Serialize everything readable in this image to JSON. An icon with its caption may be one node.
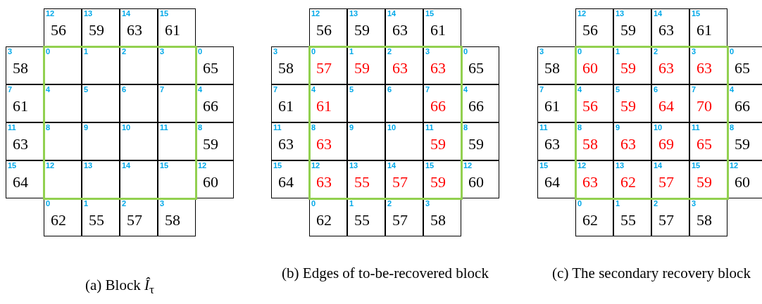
{
  "diagram": {
    "nodes": [
      {
        "text": [
          "12",
          "56"
        ]
      },
      {
        "text": [
          "13",
          "59"
        ]
      },
      {
        "text": [
          "14",
          "63"
        ]
      },
      {
        "text": [
          "15",
          "61"
        ]
      },
      {
        "text": [
          "3",
          "58"
        ]
      },
      {
        "text": [],
        "shape": "box"
      },
      {
        "text": [
          "0"
        ],
        "in": 5
      },
      {
        "text": [
          "1"
        ],
        "in": 5
      },
      {
        "text": [
          "2"
        ],
        "in": 5
      },
      {
        "text": [
          "3"
        ],
        "in": 5
      },
      {
        "text": [
          "0",
          "65"
        ]
      },
      {
        "text": [
          "7",
          "61"
        ]
      },
      {
        "text": [
          "4"
        ],
        "in": 5
      },
      {
        "text": [
          "5"
        ],
        "in": 5
      },
      {
        "text": [
          "6"
        ],
        "in": 5
      },
      {
        "text": [
          "7"
        ],
        "in": 5
      },
      {
        "text": [
          "4",
          "66"
        ]
      },
      {
        "text": [
          "11",
          "63"
        ]
      },
      {
        "text": [
          "8"
        ],
        "in": 5
      },
      {
        "text": [
          "9"
        ],
        "in": 5
      },
      {
        "text": [
          "10"
        ],
        "in": 5
      },
      {
        "text": [
          "11"
        ],
        "in": 5
      },
      {
        "text": [
          "8",
          "59"
        ]
      },
      {
        "text": [
          "15",
          "64"
        ]
      },
      {
        "text": [
          "12"
        ],
        "in": 5
      },
      {
        "text": [
          "13"
        ],
        "in": 5
      },
      {
        "text": [
          "14"
        ],
        "in": 5
      },
      {
        "text": [
          "15"
        ],
        "in": 5
      },
      {
        "text": [
          "12",
          "60"
        ]
      },
      {
        "text": [
          "0",
          "62"
        ]
      },
      {
        "text": [
          "1",
          "55"
        ]
      },
      {
        "text": [
          "2",
          "57"
        ]
      },
      {
        "text": [
          "3",
          "58"
        ]
      },
      {
        "text": [
          "12",
          "56"
        ]
      },
      {
        "text": [
          "13",
          "59"
        ]
      },
      {
        "text": [
          "14",
          "63"
        ]
      },
      {
        "text": [
          "15",
          "61"
        ]
      },
      {
        "text": [
          "3",
          "58"
        ]
      },
      {
        "text": [],
        "shape": "box"
      },
      {
        "text": [
          "0",
          "57"
        ],
        "in": 38
      },
      {
        "text": [
          "1",
          "59"
        ],
        "in": 38
      },
      {
        "text": [
          "2",
          "63"
        ],
        "in": 38
      },
      {
        "text": [
          "3",
          "63"
        ],
        "in": 38
      },
      {
        "text": [
          "0",
          "65"
        ]
      },
      {
        "text": [
          "7",
          "61"
        ]
      },
      {
        "text": [
          "4",
          "61"
        ],
        "in": 38
      },
      {
        "text": [
          "5"
        ],
        "in": 38
      },
      {
        "text": [
          "6"
        ],
        "in": 38
      },
      {
        "text": [
          "7",
          "66"
        ],
        "in": 38
      },
      {
        "text": [
          "4",
          "66"
        ]
      },
      {
        "text": [
          "11",
          "63"
        ]
      },
      {
        "text": [
          "8",
          "63"
        ],
        "in": 38
      },
      {
        "text": [
          "9"
        ],
        "in": 38
      },
      {
        "text": [
          "10"
        ],
        "in": 38
      },
      {
        "text": [
          "11",
          "59"
        ],
        "in": 38
      },
      {
        "text": [
          "8",
          "59"
        ]
      },
      {
        "text": [
          "15",
          "64"
        ]
      },
      {
        "text": [
          "12",
          "63"
        ],
        "in": 38
      },
      {
        "text": [
          "13",
          "55"
        ],
        "in": 38
      },
      {
        "text": [
          "14",
          "57"
        ],
        "in": 38
      },
      {
        "text": [
          "15",
          "59"
        ],
        "in": 38
      },
      {
        "text": [
          "12",
          "60"
        ]
      },
      {
        "text": [
          "0",
          "62"
        ]
      },
      {
        "text": [
          "1",
          "55"
        ]
      },
      {
        "text": [
          "2",
          "57"
        ]
      },
      {
        "text": [
          "3",
          "58"
        ]
      },
      {
        "text": [
          "12",
          "56"
        ]
      },
      {
        "text": [
          "13",
          "59"
        ]
      },
      {
        "text": [
          "14",
          "63"
        ]
      },
      {
        "text": [
          "15",
          "61"
        ]
      },
      {
        "text": [
          "3",
          "58"
        ]
      },
      {
        "text": [],
        "shape": "box"
      },
      {
        "text": [
          "0",
          "60"
        ],
        "in": 71
      },
      {
        "text": [
          "1",
          "59"
        ],
        "in": 71
      },
      {
        "text": [
          "2",
          "63"
        ],
        "in": 71
      },
      {
        "text": [
          "3",
          "63"
        ],
        "in": 71
      },
      {
        "text": [
          "0",
          "65"
        ]
      },
      {
        "text": [
          "7",
          "61"
        ]
      },
      {
        "text": [
          "4",
          "56"
        ],
        "in": 71
      },
      {
        "text": [
          "5",
          "59"
        ],
        "in": 71
      },
      {
        "text": [
          "6",
          "64"
        ],
        "in": 71
      },
      {
        "text": [
          "7",
          "70"
        ],
        "in": 71
      },
      {
        "text": [
          "4",
          "66"
        ]
      },
      {
        "text": [
          "11",
          "63"
        ]
      },
      {
        "text": [
          "8",
          "58"
        ],
        "in": 71
      },
      {
        "text": [
          "9",
          "63"
        ],
        "in": 71
      },
      {
        "text": [
          "10",
          "69"
        ],
        "in": 71
      },
      {
        "text": [
          "11",
          "65"
        ],
        "in": 71
      },
      {
        "text": [
          "8",
          "59"
        ]
      },
      {
        "text": [
          "15",
          "64"
        ]
      },
      {
        "text": [
          "12",
          "63"
        ],
        "in": 71
      },
      {
        "text": [
          "13",
          "62"
        ],
        "in": 71
      },
      {
        "text": [
          "14",
          "57"
        ],
        "in": 71
      },
      {
        "text": [
          "15",
          "59"
        ],
        "in": 71
      },
      {
        "text": [
          "12",
          "60"
        ]
      },
      {
        "text": [
          "0",
          "62"
        ]
      },
      {
        "text": [
          "1",
          "55"
        ]
      },
      {
        "text": [
          "2",
          "57"
        ]
      },
      {
        "text": [
          "3",
          "58"
        ]
      }
    ],
    "labels": [
      "(a) Block *Î*$_{τ}$",
      "(b) Edges of to-be-recovered block",
      "(c) The secondary recovery block"
    ]
  }
}
